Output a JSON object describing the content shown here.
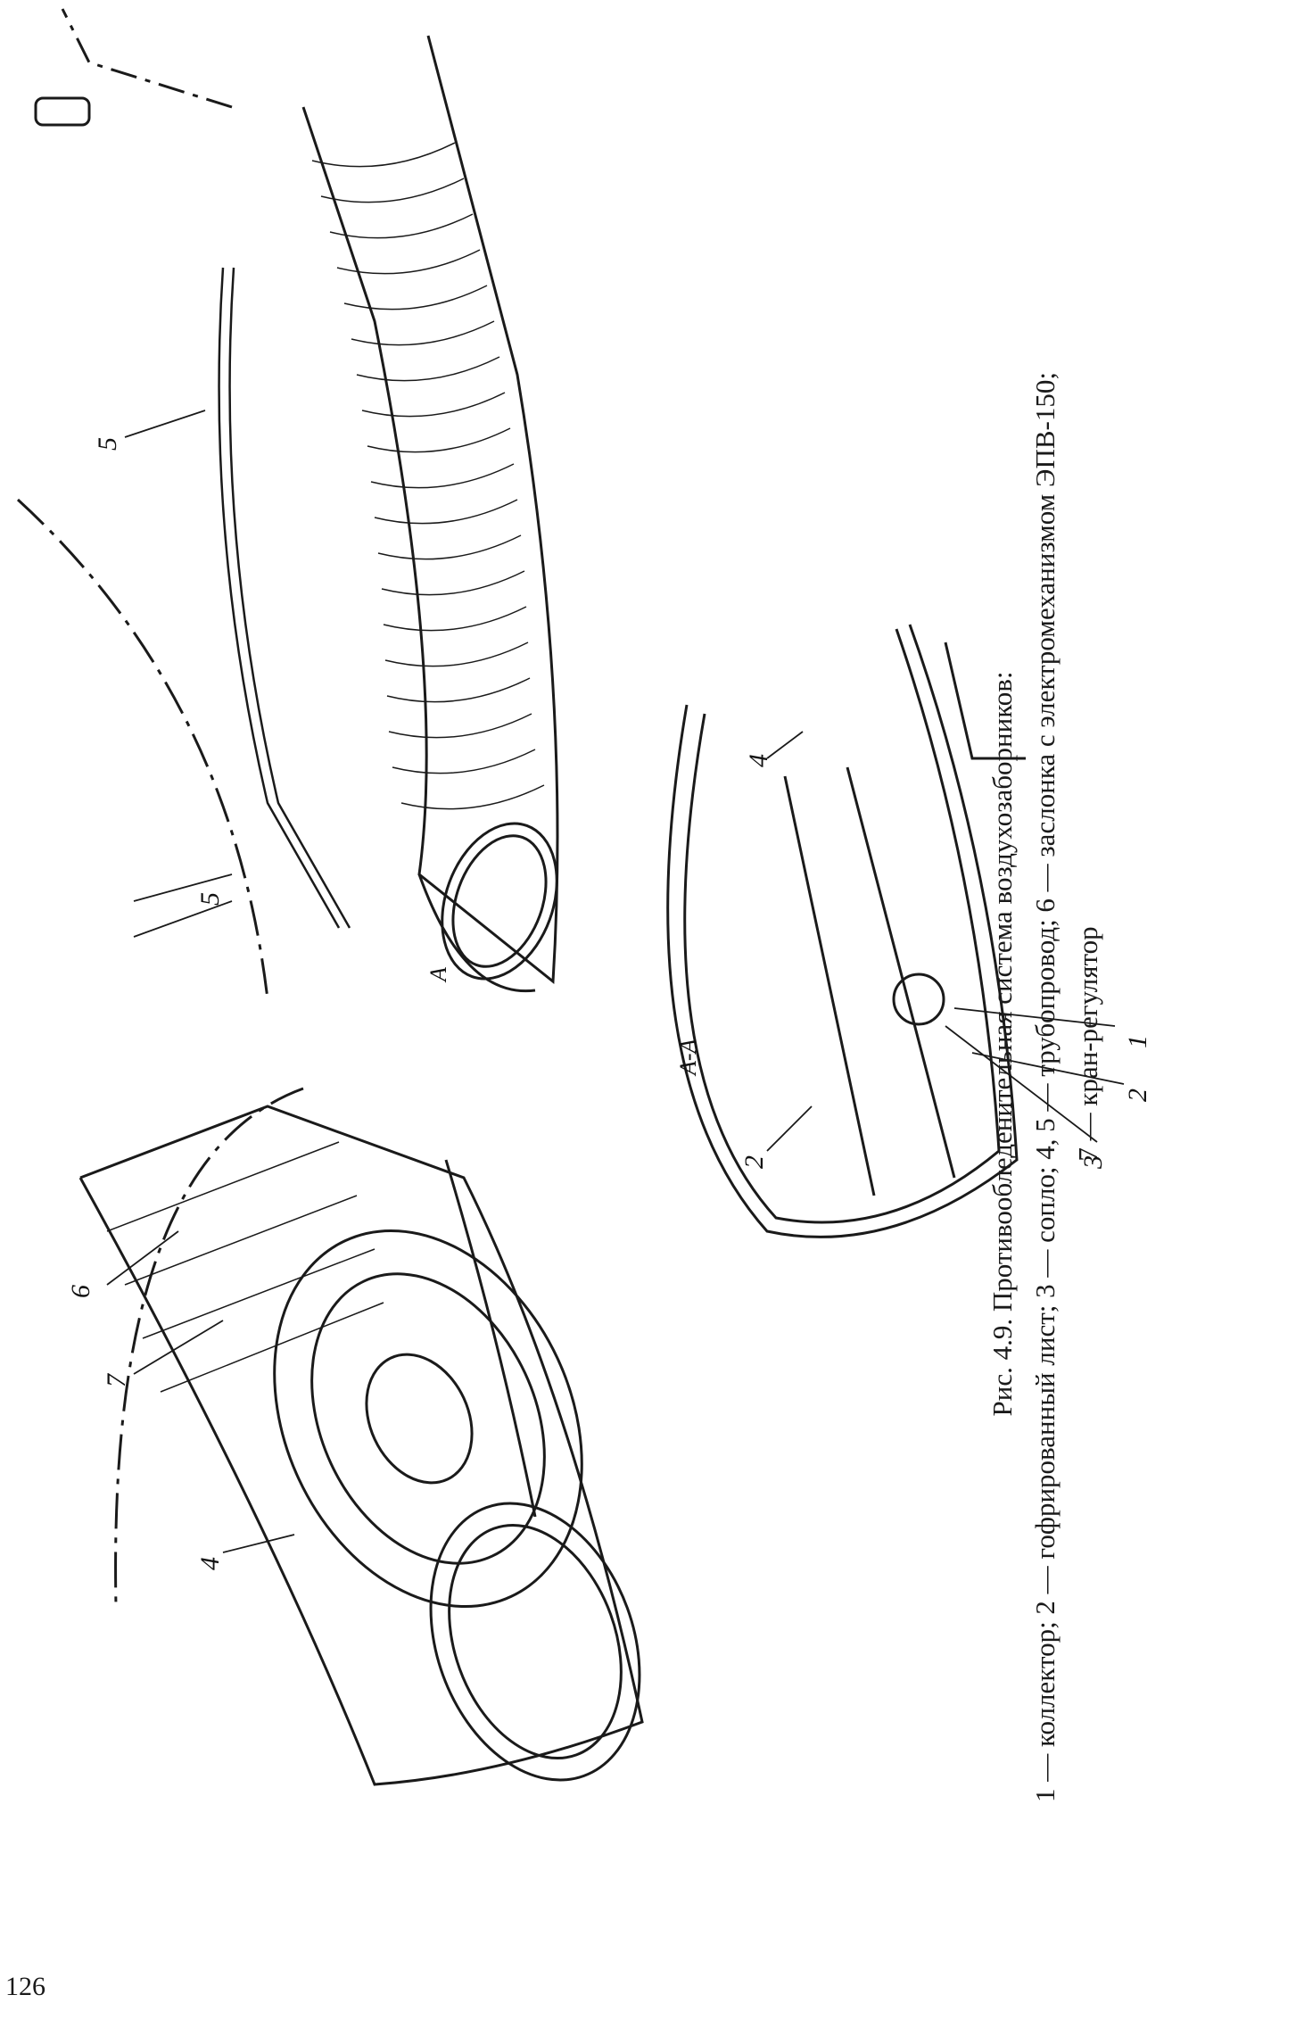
{
  "figure": {
    "caption_title": "Рис. 4.9. Противообледенительная система воздухозаборников:",
    "legend_line1": "1 — коллектор; 2 — гофрированный лист; 3 — сопло; 4, 5 — трубопровод; 6 — заслонка с электромеханизмом ЭПВ-150;",
    "legend_line2": "7 — кран-регулятор",
    "section_label": "А-А",
    "callouts": {
      "c1": "1",
      "c2a": "2",
      "c2b": "2",
      "c3": "3",
      "c4a": "4",
      "c4b": "4",
      "c5a": "5",
      "c5b": "5",
      "c6": "6",
      "c7": "7",
      "secA": "А"
    }
  },
  "page": {
    "number": "126"
  }
}
